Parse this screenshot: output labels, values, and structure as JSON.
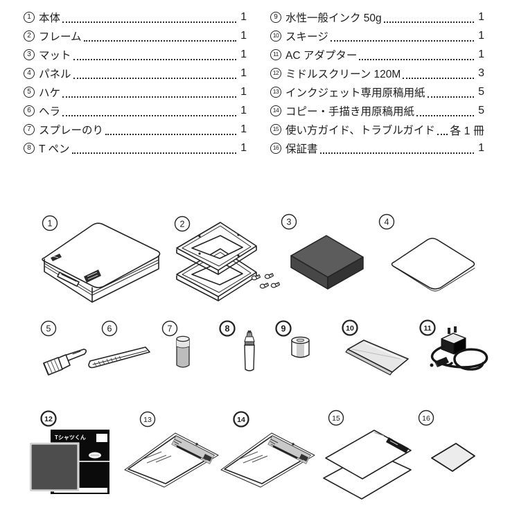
{
  "page": {
    "background": "#ffffff",
    "text_color": "#1c1c1c"
  },
  "contents_list": {
    "items": [
      {
        "num": "1",
        "label": "本体",
        "qty": "1"
      },
      {
        "num": "2",
        "label": "フレーム",
        "qty": "1"
      },
      {
        "num": "3",
        "label": "マット",
        "qty": "1"
      },
      {
        "num": "4",
        "label": "パネル",
        "qty": "1"
      },
      {
        "num": "5",
        "label": "ハケ",
        "qty": "1"
      },
      {
        "num": "6",
        "label": "ヘラ",
        "qty": "1"
      },
      {
        "num": "7",
        "label": "スプレーのり",
        "qty": "1"
      },
      {
        "num": "8",
        "label": "T ペン",
        "qty": "1"
      },
      {
        "num": "9",
        "label": "水性一般インク 50g",
        "qty": "1"
      },
      {
        "num": "10",
        "label": "スキージ",
        "qty": "1"
      },
      {
        "num": "11",
        "label": "AC アダプター",
        "qty": "1"
      },
      {
        "num": "12",
        "label": "ミドルスクリーン 120M",
        "qty": "3"
      },
      {
        "num": "13",
        "label": "インクジェット専用原稿用紙",
        "qty": "5"
      },
      {
        "num": "14",
        "label": "コピー・手描き用原稿用紙",
        "qty": "5"
      },
      {
        "num": "15",
        "label": "使い方ガイド、トラブルガイド",
        "qty": "各 1 冊"
      },
      {
        "num": "16",
        "label": "保証書",
        "qty": "1"
      }
    ]
  },
  "diagram": {
    "package_logo": "Tシャツくん",
    "colors": {
      "line": "#232323",
      "mat_top": "#5c5c5c",
      "mat_left": "#474747",
      "mat_right": "#333333",
      "screen_package": "#0b0b0b",
      "screen_front": "#4d4d4d",
      "band_gray": "#c9c9c9",
      "light_gray": "#ececec"
    }
  }
}
